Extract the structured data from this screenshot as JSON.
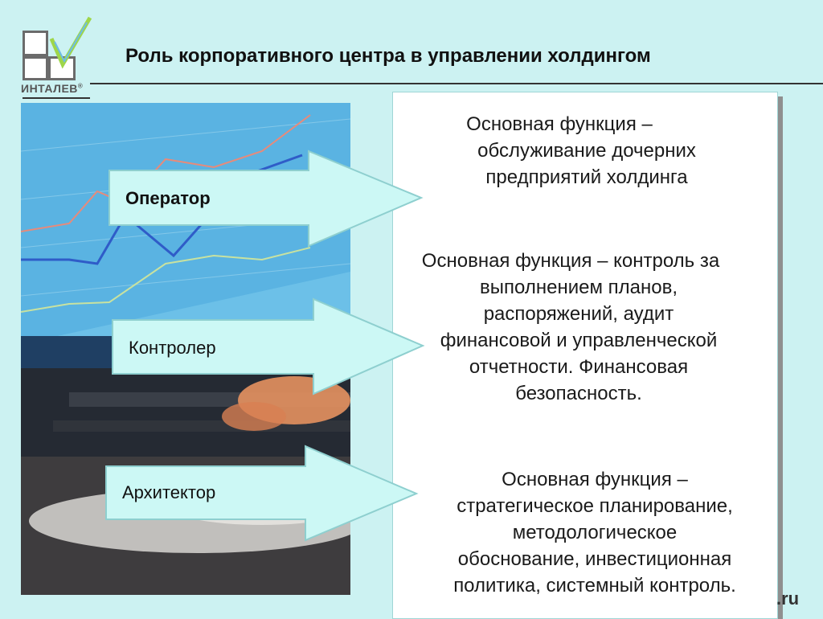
{
  "logo": {
    "text": "ИНТАЛЕВ",
    "mark": "®"
  },
  "title": "Роль корпоративного центра в управлении холдингом",
  "roles": [
    {
      "label": "Оператор"
    },
    {
      "label": "Контролер"
    },
    {
      "label": "Архитектор"
    }
  ],
  "functions": [
    {
      "lines": [
        "Основная функция –",
        "обслуживание дочерних",
        "предприятий холдинга"
      ]
    },
    {
      "lines": [
        "Основная функция – контроль за",
        "выполнением планов,",
        "распоряжений, аудит",
        "финансовой и управленческой",
        "отчетности. Финансовая",
        "безопасность."
      ]
    },
    {
      "lines": [
        "Основная функция –",
        "стратегическое планирование,",
        "методологическое",
        "обоснование, инвестиционная",
        "политика, системный контроль."
      ]
    }
  ],
  "footer": ".ru",
  "colors": {
    "background": "#ccf2f2",
    "arrow_fill": "#ccf8f5",
    "arrow_stroke": "#8ecfcf"
  }
}
